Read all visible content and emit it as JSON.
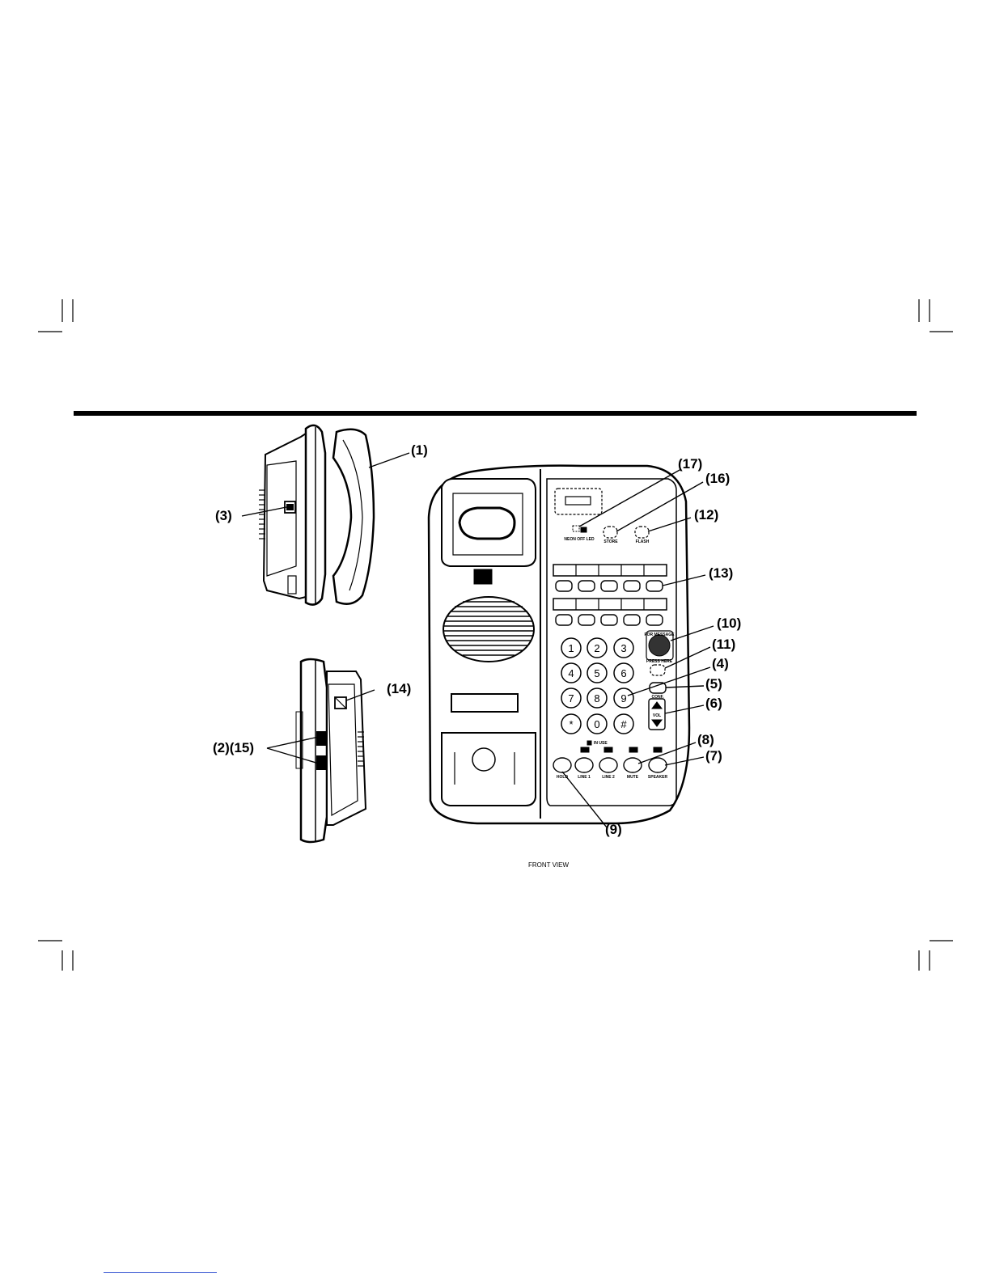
{
  "callouts": {
    "c1": "(1)",
    "c2_15": "(2)(15)",
    "c3": "(3)",
    "c4": "(4)",
    "c5": "(5)",
    "c6": "(6)",
    "c7": "(7)",
    "c8": "(8)",
    "c9": "(9)",
    "c10": "(10)",
    "c11": "(11)",
    "c12": "(12)",
    "c13": "(13)",
    "c14": "(14)",
    "c16": "(16)",
    "c17": "(17)"
  },
  "panel_labels": {
    "neon_led": "NEON OFF LED",
    "store": "STORE",
    "flash": "FLASH",
    "for_message": "FOR MESSAGE",
    "press_here": "PRESS HERE",
    "conf": "CONF.",
    "vol": "VOL",
    "hold": "HOLD",
    "line1": "LINE 1",
    "line2": "LINE 2",
    "mute": "MUTE",
    "speaker": "SPEAKER",
    "in_use": "IN USE"
  },
  "keypad": [
    "1",
    "2",
    "3",
    "4",
    "5",
    "6",
    "7",
    "8",
    "9",
    "*",
    "0",
    "#"
  ],
  "caption": "FRONT VIEW"
}
